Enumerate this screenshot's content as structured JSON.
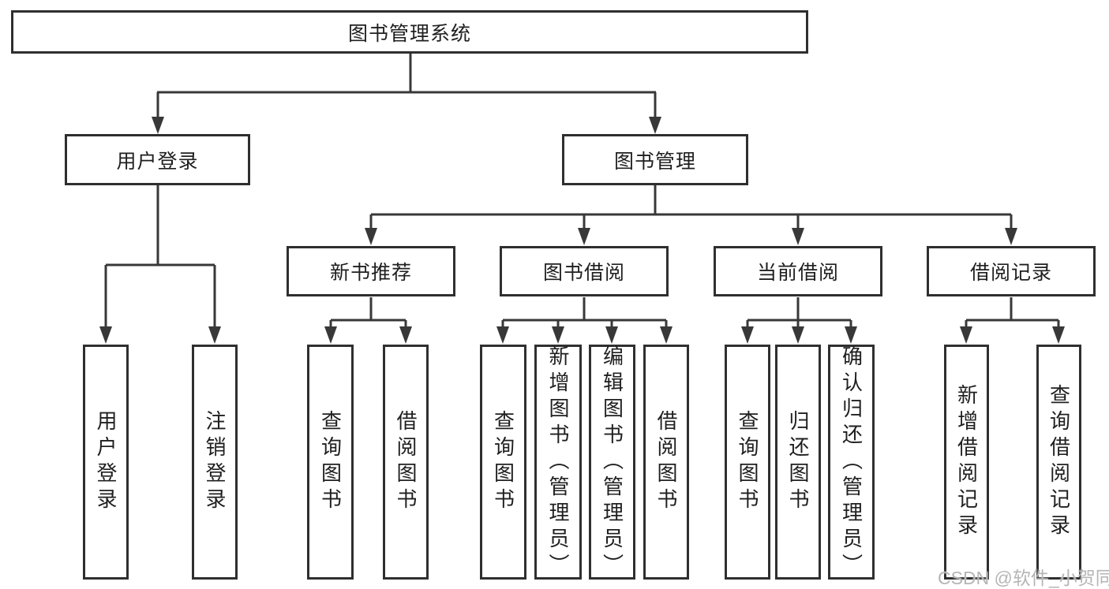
{
  "nodes": {
    "root": "图书管理系统",
    "user_login": "用户登录",
    "book_management": "图书管理",
    "new_book_recommend": "新书推荐",
    "book_borrow": "图书借阅",
    "current_borrow": "当前借阅",
    "borrow_records": "借阅记录"
  },
  "leaves": {
    "login": [
      "用户登录",
      "注销登录"
    ],
    "recommend": [
      "查询图书",
      "借阅图书"
    ],
    "borrow": [
      "查询图书",
      "新增图书（管理员）",
      "编辑图书（管理员）",
      "借阅图书"
    ],
    "current": [
      "查询图书",
      "归还图书",
      "确认归还（管理员）"
    ],
    "records": [
      "新增借阅记录",
      "查询借阅记录"
    ]
  },
  "watermark": "CSDN @软件_小贺同学",
  "colors": {
    "line": "#383838",
    "border": "#2f2f2f",
    "fill": "#ffffff",
    "text": "#1f1f1f",
    "watermark": "#b5b5b5"
  }
}
